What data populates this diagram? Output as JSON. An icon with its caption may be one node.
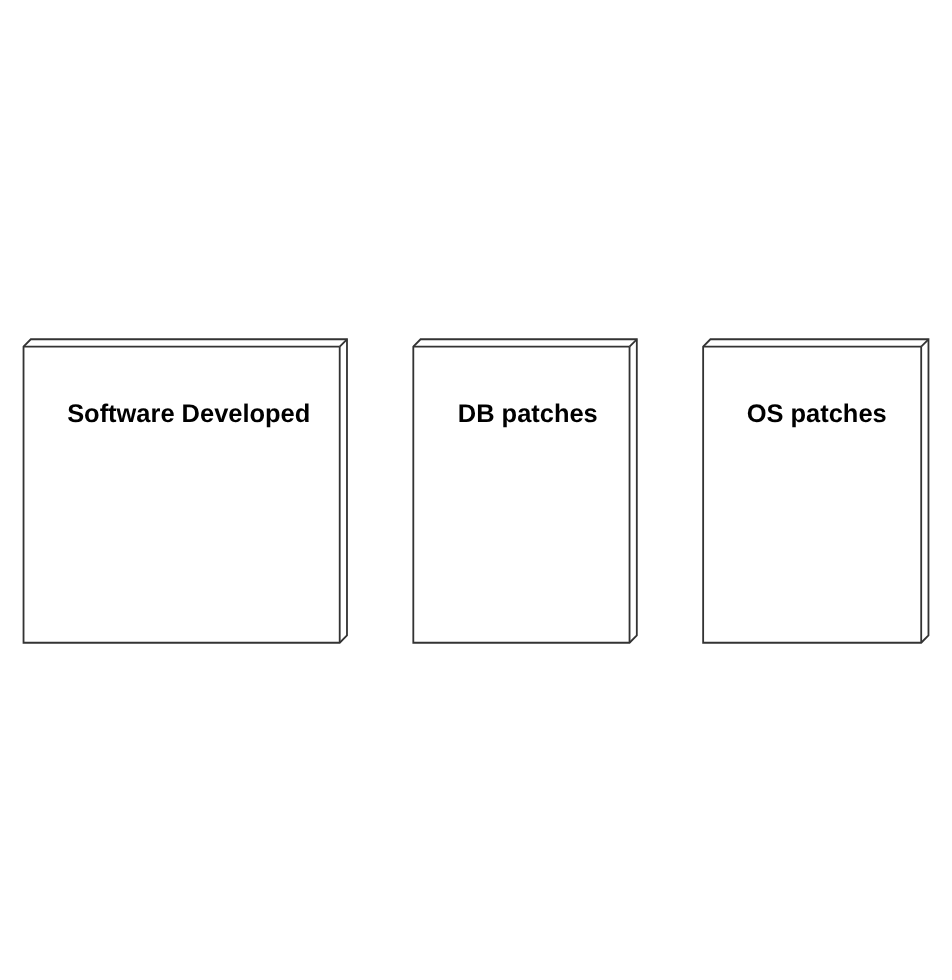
{
  "diagram": {
    "nodes": [
      {
        "text": [
          "Software Developed"
        ]
      },
      {
        "text": [
          "DB patches"
        ]
      },
      {
        "text": [
          "OS patches"
        ]
      }
    ]
  }
}
